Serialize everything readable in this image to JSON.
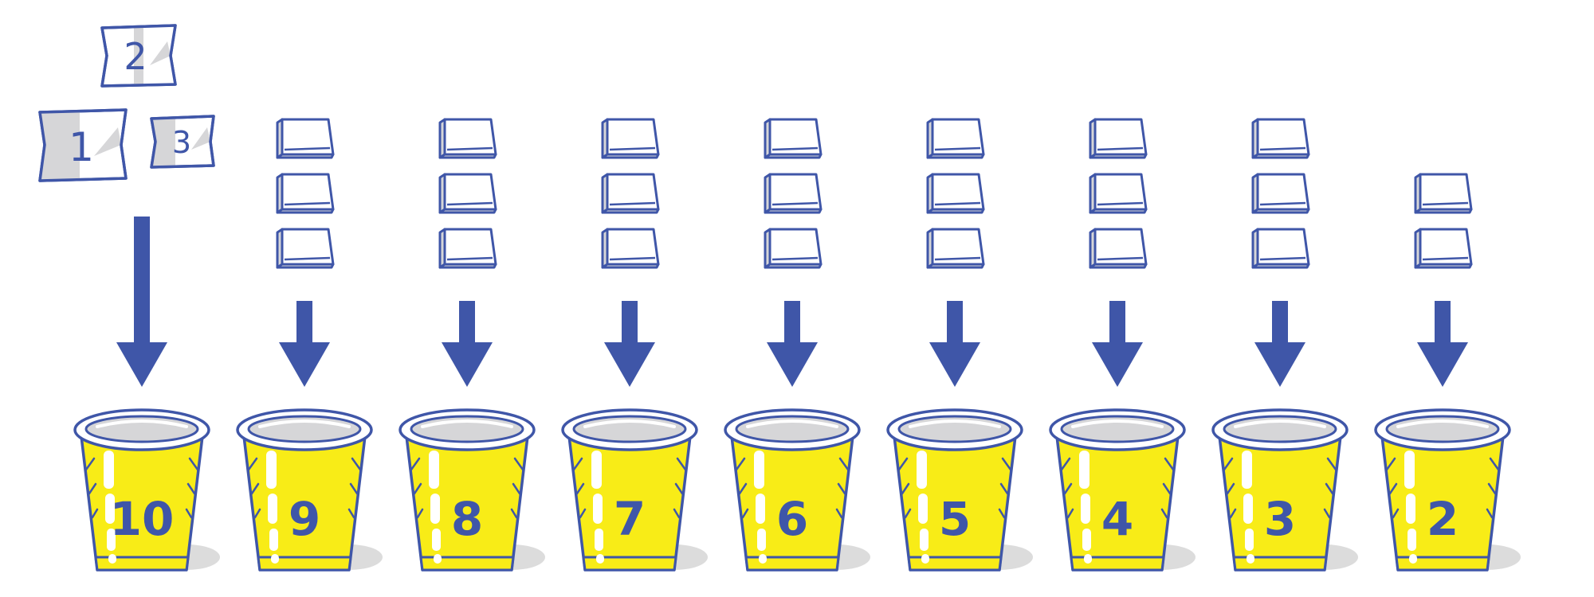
{
  "colors": {
    "ink": "#3f56a8",
    "cup_yellow": "#f8ec17",
    "cup_rim": "#ffffff",
    "cup_inner": "#d6d6d8",
    "card_fold": "#d6d6d8",
    "shadow": "#dcdcdc"
  },
  "numbered_cards": [
    "2",
    "1",
    "3"
  ],
  "cups": [
    {
      "label": "10",
      "blank_cards": 0
    },
    {
      "label": "9",
      "blank_cards": 3
    },
    {
      "label": "8",
      "blank_cards": 3
    },
    {
      "label": "7",
      "blank_cards": 3
    },
    {
      "label": "6",
      "blank_cards": 3
    },
    {
      "label": "5",
      "blank_cards": 3
    },
    {
      "label": "4",
      "blank_cards": 3
    },
    {
      "label": "3",
      "blank_cards": 3
    },
    {
      "label": "2",
      "blank_cards": 2
    }
  ],
  "icons": [
    "arrow-down-icon",
    "blank-card-icon",
    "numbered-card-icon",
    "cup-icon"
  ]
}
